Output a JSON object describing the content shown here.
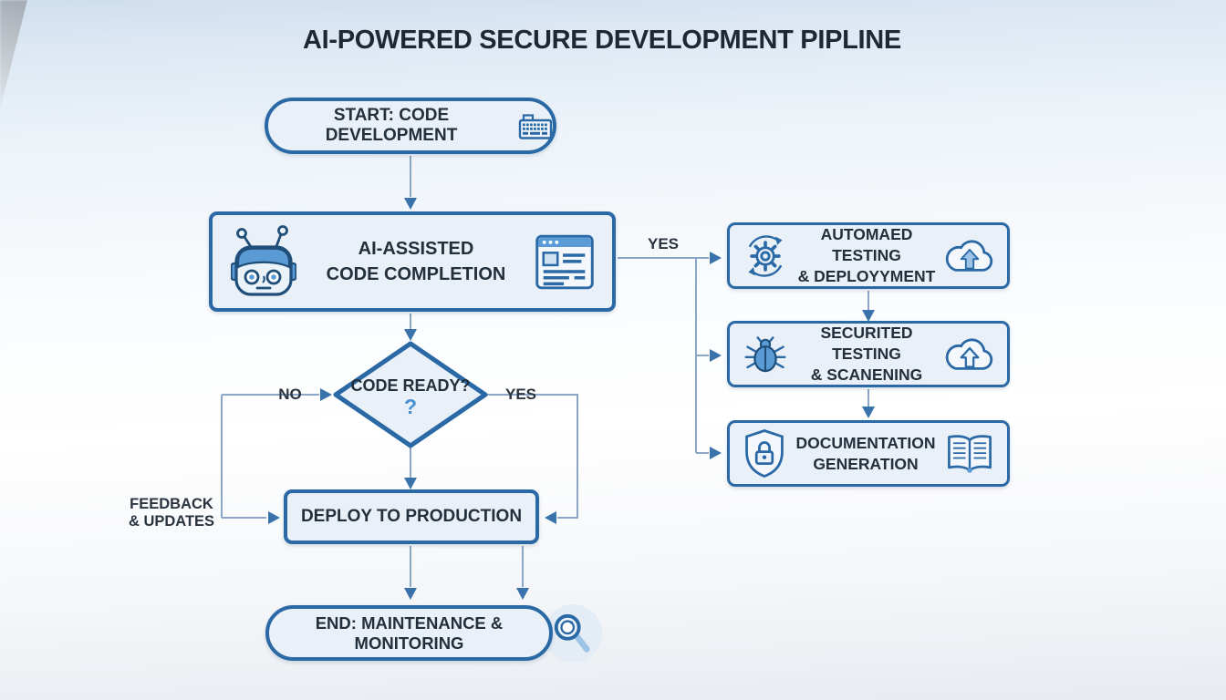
{
  "title": "AI-POWERED SECURE DEVELOPMENT PIPLINE",
  "colors": {
    "node_border": "#2a69a5",
    "node_fill": "#e9f0f8",
    "connector_line": "#8ba6c7",
    "arrowhead": "#3a73ac",
    "text": "#232f3b",
    "accent_blue": "#5b9bd5",
    "light_blue_fill": "#9dc3e6",
    "question_mark_blue": "#4a8fd2"
  },
  "nodes": {
    "start": {
      "label": "START: CODE DEVELOPMENT",
      "icon": "keyboard-icon"
    },
    "ai_code_completion": {
      "line1": "AI-ASSISTED",
      "line2": "CODE COMPLETION",
      "icon_left": "robot-icon",
      "icon_right": "code-window-icon"
    },
    "code_ready": {
      "label": "CODE READY?",
      "question_mark": "?"
    },
    "automated_testing": {
      "line1": "AUTOMAED TESTING",
      "line2": "& DEPLOYYMENT",
      "icon_left": "gear-sync-icon",
      "icon_right": "cloud-upload-icon"
    },
    "security_testing": {
      "line1": "SECURITED TESTING",
      "line2": "& SCANENING",
      "icon_left": "bug-icon",
      "icon_right": "cloud-upload-icon"
    },
    "documentation": {
      "line1": "DOCUMENTATION",
      "line2": "GENERATION",
      "icon_left": "shield-lock-icon",
      "icon_right": "book-icon"
    },
    "deploy": {
      "label": "DEPLOY TO PRODUCTION"
    },
    "end": {
      "label": "END: MAINTENANCE & MONITORING",
      "icon": "magnifier-icon"
    }
  },
  "edge_labels": {
    "yes_branch": "YES",
    "no": "NO",
    "yes": "YES",
    "feedback_line1": "FEEDBACK",
    "feedback_line2": "& UPDATES"
  }
}
